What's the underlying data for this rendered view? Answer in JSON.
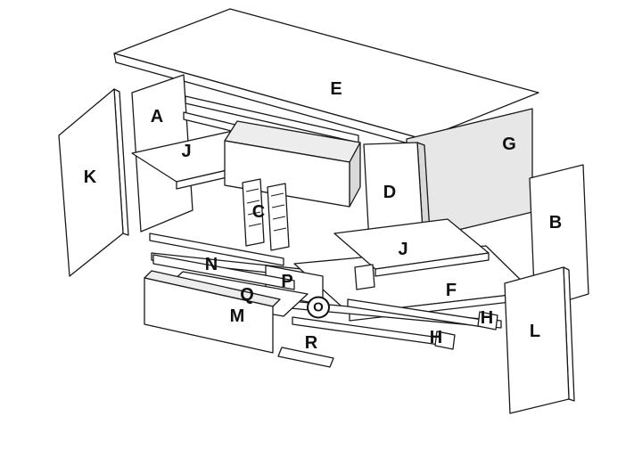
{
  "colors": {
    "line": "#1a1a1a",
    "panel": "#ffffff",
    "shaded": "#e7e7e7",
    "interior": "#ededed",
    "side": "#d9d9d9"
  },
  "labels": [
    {
      "id": "A",
      "text": "A"
    },
    {
      "id": "B",
      "text": "B"
    },
    {
      "id": "C",
      "text": "C"
    },
    {
      "id": "D",
      "text": "D"
    },
    {
      "id": "E",
      "text": "E"
    },
    {
      "id": "F",
      "text": "F"
    },
    {
      "id": "G",
      "text": "G"
    },
    {
      "id": "H-right",
      "text": "H"
    },
    {
      "id": "H-lower",
      "text": "H"
    },
    {
      "id": "J-left-shelf",
      "text": "J"
    },
    {
      "id": "J-right-shelf",
      "text": "J"
    },
    {
      "id": "K",
      "text": "K"
    },
    {
      "id": "L",
      "text": "L"
    },
    {
      "id": "M",
      "text": "M"
    },
    {
      "id": "N",
      "text": "N"
    },
    {
      "id": "O",
      "text": "O"
    },
    {
      "id": "P",
      "text": "P"
    },
    {
      "id": "Q",
      "text": "Q"
    },
    {
      "id": "R",
      "text": "R"
    }
  ]
}
